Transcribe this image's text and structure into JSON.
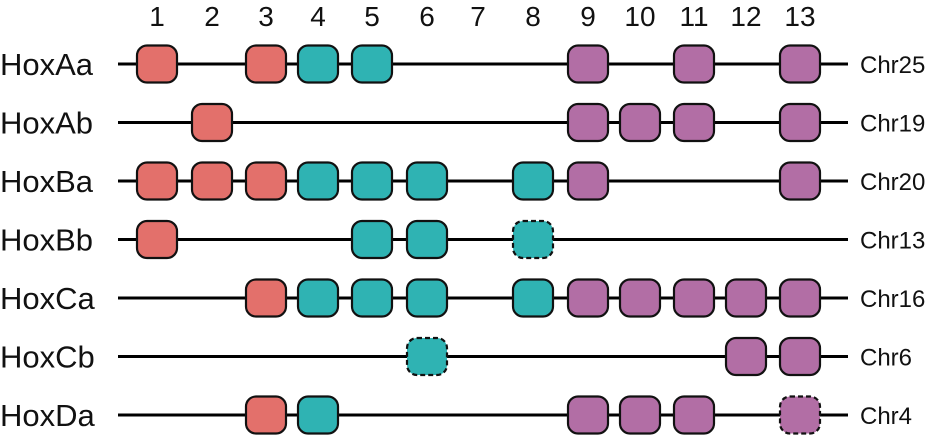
{
  "positions": [
    "1",
    "2",
    "3",
    "4",
    "5",
    "6",
    "7",
    "8",
    "9",
    "10",
    "11",
    "12",
    "13"
  ],
  "colors": {
    "anterior": "#e3706b",
    "central": "#2fb3b3",
    "posterior": "#b26ea5"
  },
  "clusters": [
    {
      "name": "HoxAa",
      "chromosome": "Chr25",
      "genes": [
        {
          "pos": 1,
          "group": "anterior"
        },
        {
          "pos": 3,
          "group": "anterior"
        },
        {
          "pos": 4,
          "group": "central"
        },
        {
          "pos": 5,
          "group": "central"
        },
        {
          "pos": 9,
          "group": "posterior"
        },
        {
          "pos": 11,
          "group": "posterior"
        },
        {
          "pos": 13,
          "group": "posterior"
        }
      ]
    },
    {
      "name": "HoxAb",
      "chromosome": "Chr19",
      "genes": [
        {
          "pos": 2,
          "group": "anterior"
        },
        {
          "pos": 9,
          "group": "posterior"
        },
        {
          "pos": 10,
          "group": "posterior"
        },
        {
          "pos": 11,
          "group": "posterior"
        },
        {
          "pos": 13,
          "group": "posterior"
        }
      ]
    },
    {
      "name": "HoxBa",
      "chromosome": "Chr20",
      "genes": [
        {
          "pos": 1,
          "group": "anterior"
        },
        {
          "pos": 2,
          "group": "anterior"
        },
        {
          "pos": 3,
          "group": "anterior"
        },
        {
          "pos": 4,
          "group": "central"
        },
        {
          "pos": 5,
          "group": "central"
        },
        {
          "pos": 6,
          "group": "central"
        },
        {
          "pos": 8,
          "group": "central"
        },
        {
          "pos": 9,
          "group": "posterior"
        },
        {
          "pos": 13,
          "group": "posterior"
        }
      ]
    },
    {
      "name": "HoxBb",
      "chromosome": "Chr13",
      "genes": [
        {
          "pos": 1,
          "group": "anterior"
        },
        {
          "pos": 5,
          "group": "central"
        },
        {
          "pos": 6,
          "group": "central"
        },
        {
          "pos": 8,
          "group": "central",
          "dashed": true
        }
      ]
    },
    {
      "name": "HoxCa",
      "chromosome": "Chr16",
      "genes": [
        {
          "pos": 3,
          "group": "anterior"
        },
        {
          "pos": 4,
          "group": "central"
        },
        {
          "pos": 5,
          "group": "central"
        },
        {
          "pos": 6,
          "group": "central"
        },
        {
          "pos": 8,
          "group": "central"
        },
        {
          "pos": 9,
          "group": "posterior"
        },
        {
          "pos": 10,
          "group": "posterior"
        },
        {
          "pos": 11,
          "group": "posterior"
        },
        {
          "pos": 12,
          "group": "posterior"
        },
        {
          "pos": 13,
          "group": "posterior"
        }
      ]
    },
    {
      "name": "HoxCb",
      "chromosome": "Chr6",
      "genes": [
        {
          "pos": 6,
          "group": "central",
          "dashed": true
        },
        {
          "pos": 12,
          "group": "posterior"
        },
        {
          "pos": 13,
          "group": "posterior"
        }
      ]
    },
    {
      "name": "HoxDa",
      "chromosome": "Chr4",
      "genes": [
        {
          "pos": 3,
          "group": "anterior"
        },
        {
          "pos": 4,
          "group": "central"
        },
        {
          "pos": 9,
          "group": "posterior"
        },
        {
          "pos": 10,
          "group": "posterior"
        },
        {
          "pos": 11,
          "group": "posterior"
        },
        {
          "pos": 13,
          "group": "posterior",
          "dashed": true
        }
      ]
    }
  ]
}
